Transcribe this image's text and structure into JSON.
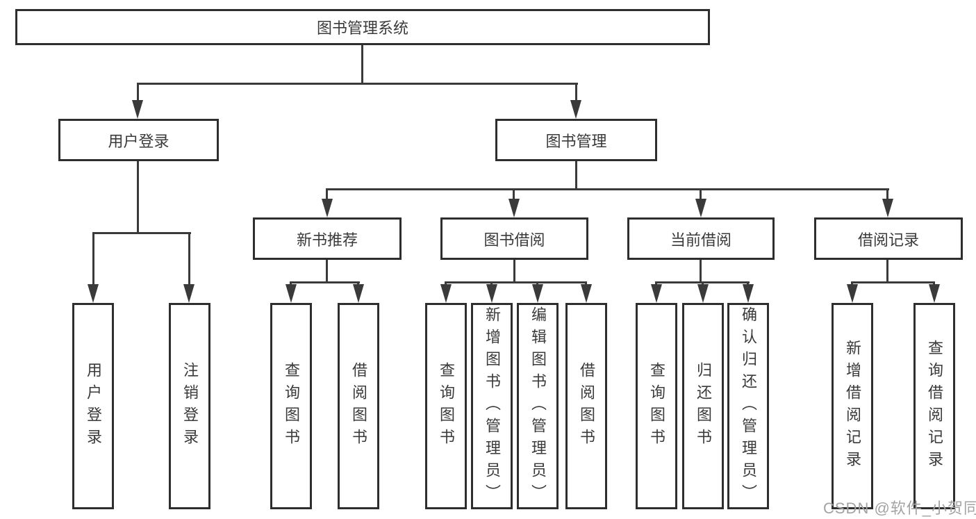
{
  "tree": {
    "label": "图书管理系统",
    "children": [
      {
        "label": "用户登录",
        "children": [
          {
            "label": "用户登录"
          },
          {
            "label": "注销登录"
          }
        ]
      },
      {
        "label": "图书管理",
        "children": [
          {
            "label": "新书推荐",
            "children": [
              {
                "label": "查询图书"
              },
              {
                "label": "借阅图书"
              }
            ]
          },
          {
            "label": "图书借阅",
            "children": [
              {
                "label": "查询图书"
              },
              {
                "label": "新增图书（管理员）"
              },
              {
                "label": "编辑图书（管理员）"
              },
              {
                "label": "借阅图书"
              }
            ]
          },
          {
            "label": "当前借阅",
            "children": [
              {
                "label": "查询图书"
              },
              {
                "label": "归还图书"
              },
              {
                "label": "确认归还（管理员）"
              }
            ]
          },
          {
            "label": "借阅记录",
            "children": [
              {
                "label": "新增借阅记录"
              },
              {
                "label": "查询借阅记录"
              }
            ]
          }
        ]
      }
    ]
  },
  "watermark": {
    "text": "CSDN @软件_小贺同学"
  },
  "colors": {
    "line": "#3a3a3a",
    "box_border": "#2e2e2e",
    "text": "#3a3a3a",
    "watermark": "#a3a3a3",
    "background": "#ffffff"
  }
}
